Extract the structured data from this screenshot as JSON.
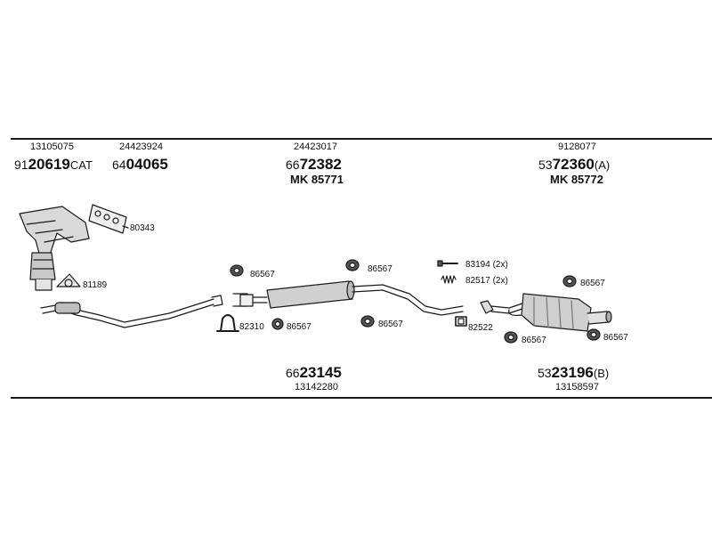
{
  "top_group": {
    "manifold_codes": [
      "13105075",
      "24423924"
    ],
    "manifold_parts": [
      {
        "prefix": "91",
        "main": "20619",
        "suffix": "CAT"
      },
      {
        "prefix": "64",
        "main": "04065",
        "suffix": ""
      }
    ],
    "center_code": "24423017",
    "center_part": {
      "prefix": "66",
      "main": "72382",
      "suffix": ""
    },
    "center_mk": "MK 85771",
    "rear_code": "9128077",
    "rear_part": {
      "prefix": "53",
      "main": "72360",
      "suffix": "(A)"
    },
    "rear_mk": "MK 85772"
  },
  "bottom_group": {
    "mid_part": {
      "prefix": "66",
      "main": "23145",
      "suffix": ""
    },
    "mid_code": "13142280",
    "rear_part": {
      "prefix": "53",
      "main": "23196",
      "suffix": "(B)"
    },
    "rear_code": "13158597"
  },
  "callouts": {
    "gasket_manifold": "80343",
    "gasket_ring": "81189",
    "clamp_1": "86567",
    "clamp_2": "86567",
    "clamp_3": "86567",
    "clamp_4": "86567",
    "clamp_5": "86567",
    "clamp_6": "86567",
    "clamp_7": "86567",
    "u_clamp": "82310",
    "bolt_a": "83194 (2x)",
    "bolt_b": "82517 (2x)",
    "flange_gasket": "82522"
  },
  "colors": {
    "line": "#1a1a1a",
    "fill": "#cfcfcf",
    "dark": "#555555"
  }
}
